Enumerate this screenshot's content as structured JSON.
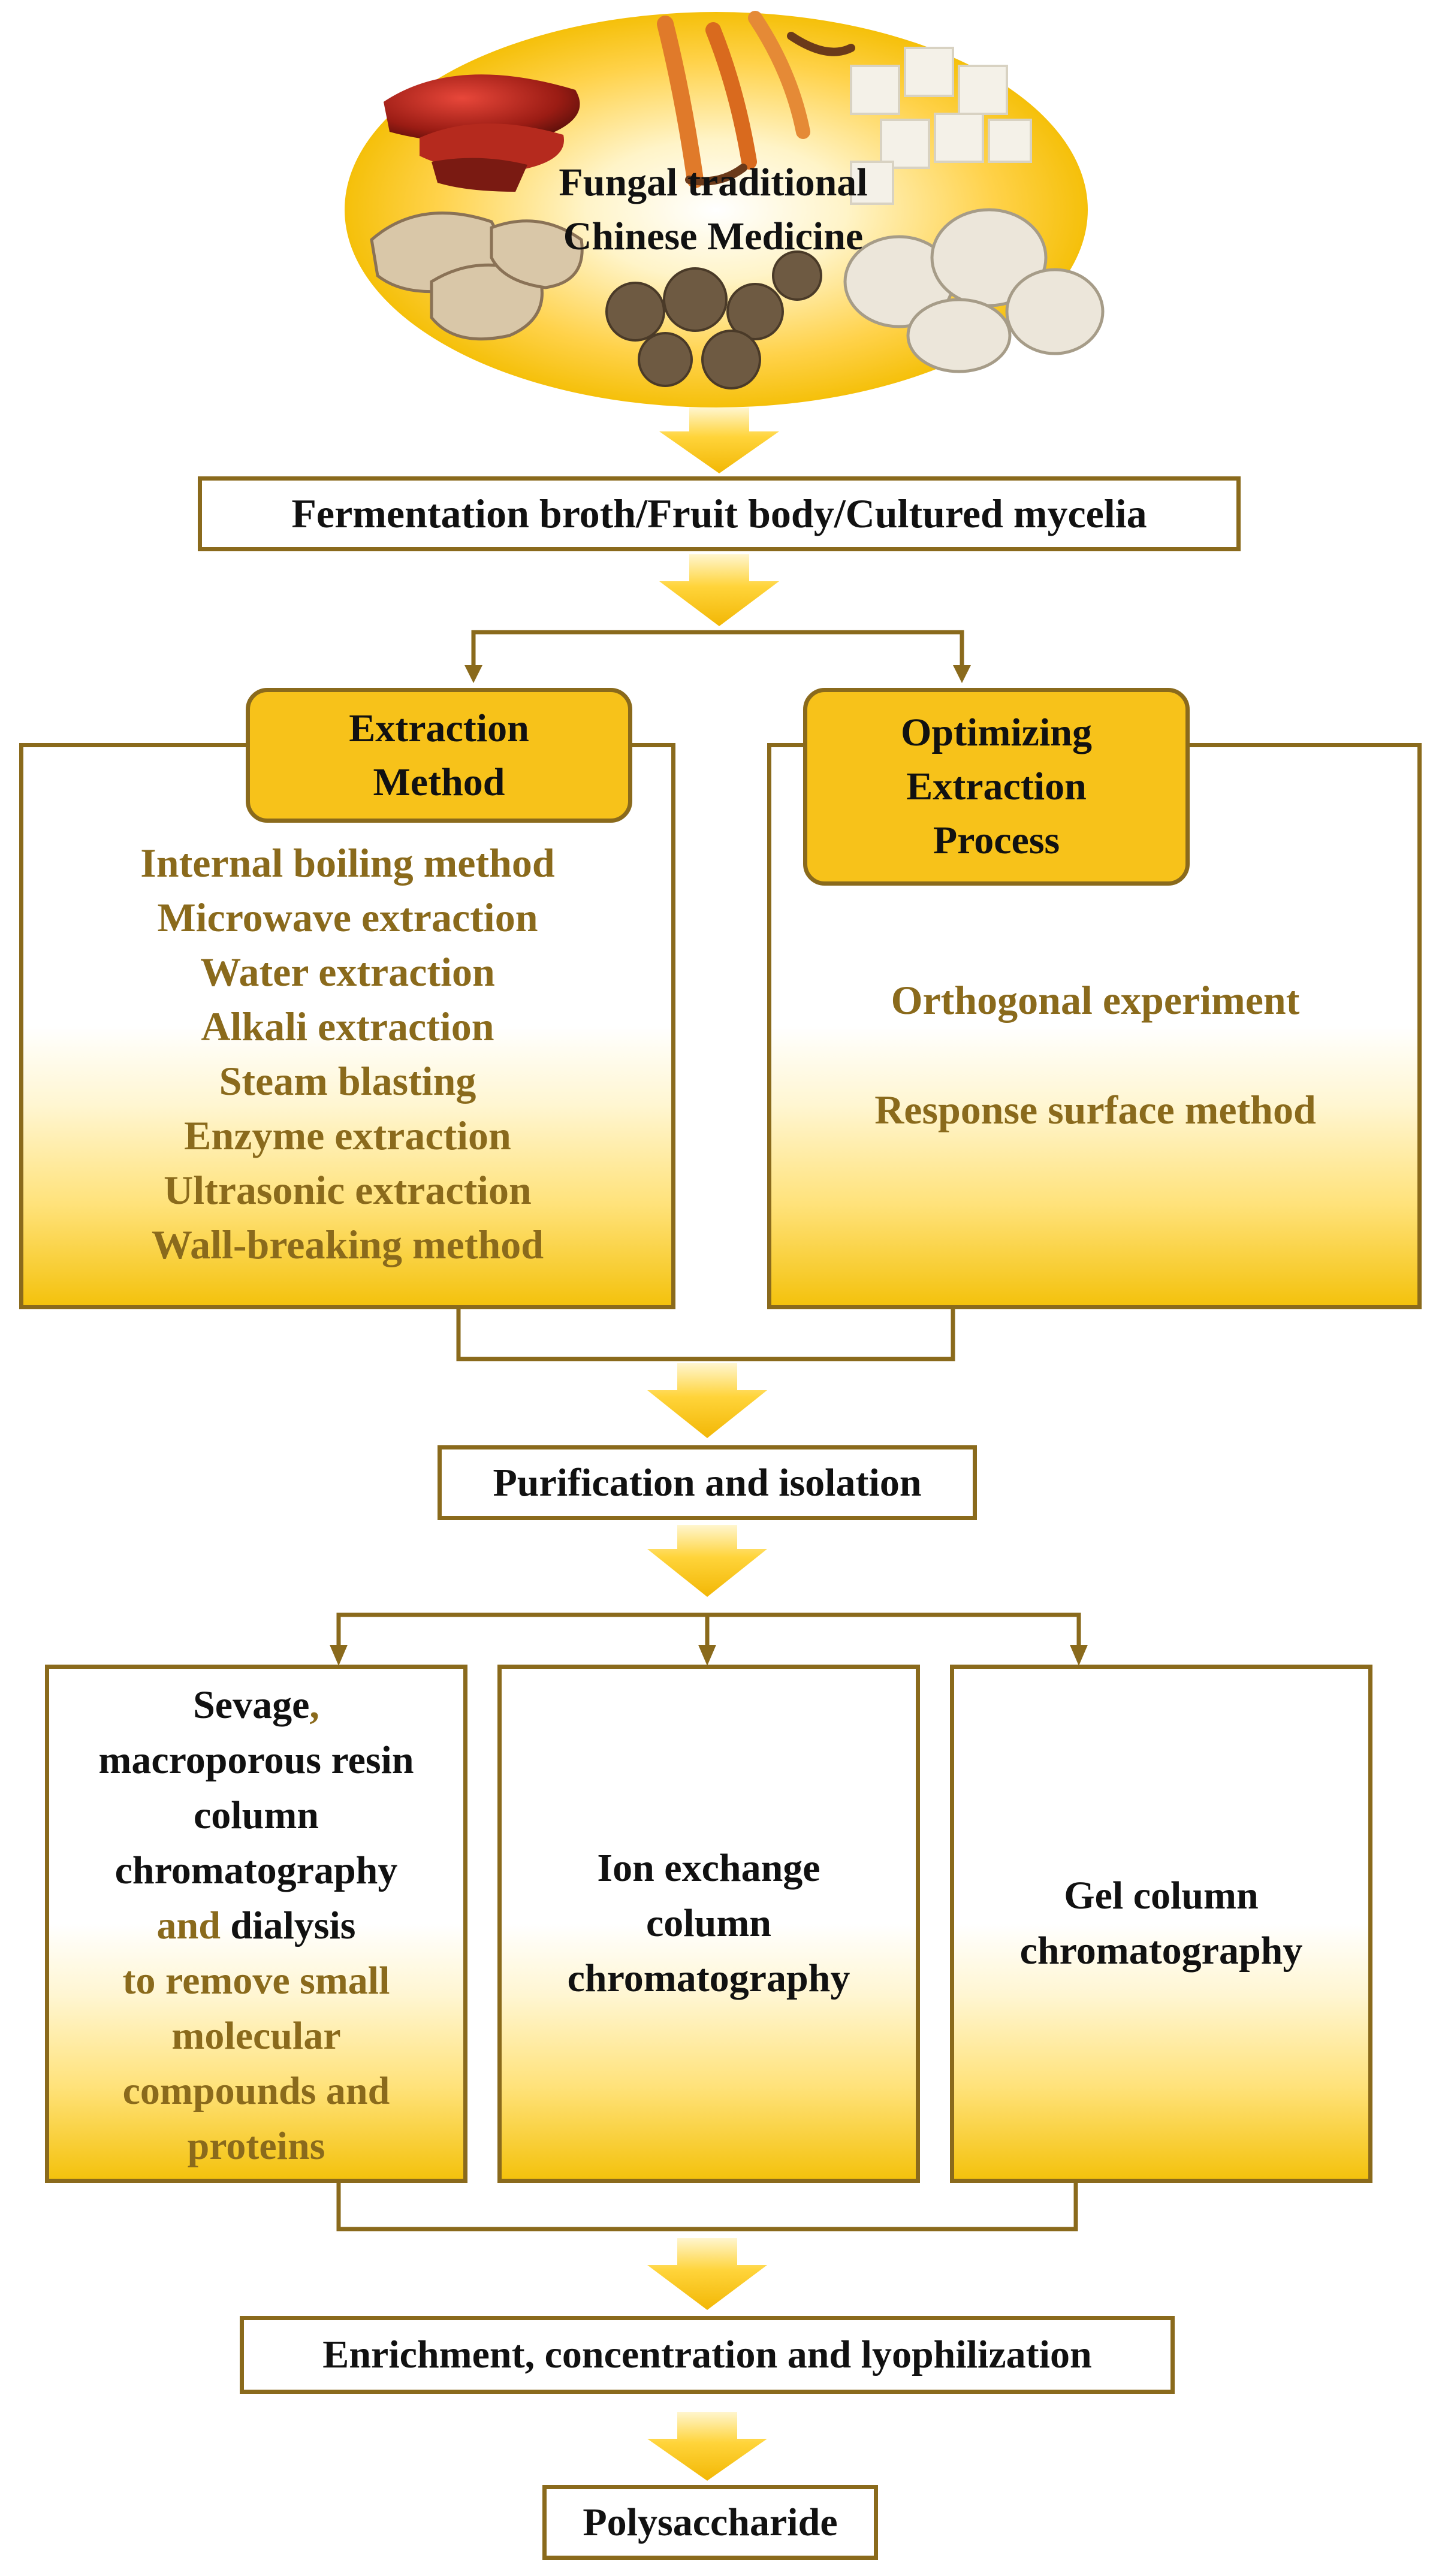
{
  "hero": {
    "label_lines": [
      "Fungal traditional",
      "Chinese Medicine"
    ],
    "images": [
      "ganoderma-image",
      "cordyceps-image",
      "poria-cubes-image",
      "dried-slices-image",
      "tuber-image",
      "puffball-mushroom-image"
    ]
  },
  "steps": {
    "source": "Fermentation broth/Fruit body/Cultured mycelia",
    "purification": "Purification and isolation",
    "enrichment": "Enrichment, concentration and lyophilization",
    "product": "Polysaccharide"
  },
  "extraction_method": {
    "title_lines": [
      "Extraction",
      "Method"
    ],
    "items": [
      "Internal boiling method",
      "Microwave extraction",
      "Water extraction",
      "Alkali extraction",
      "Steam blasting",
      "Enzyme extraction",
      "Ultrasonic extraction",
      "Wall-breaking method"
    ]
  },
  "optimizing": {
    "title_lines": [
      "Optimizing",
      "Extraction",
      "Process"
    ],
    "items": [
      "Orthogonal experiment",
      "Response surface method"
    ]
  },
  "purification_methods": {
    "sevage": {
      "l1a": "Sevage",
      "l1b": ",",
      "l2": "macroporous resin",
      "l3": "column",
      "l4": "chromatography",
      "l5a": "and",
      "l5b": " dialysis",
      "l6": "to remove small",
      "l7": "molecular",
      "l8": "compounds and",
      "l9": "proteins"
    },
    "ion_exchange_lines": [
      "Ion exchange",
      "column",
      "chromatography"
    ],
    "gel_lines": [
      "Gel column",
      "chromatography"
    ]
  },
  "colors": {
    "border": "#8a6a1c",
    "gold_text": "#8a6a1c",
    "pill_fill": "#f7c21a",
    "gradient_end": "#f4c20d"
  }
}
